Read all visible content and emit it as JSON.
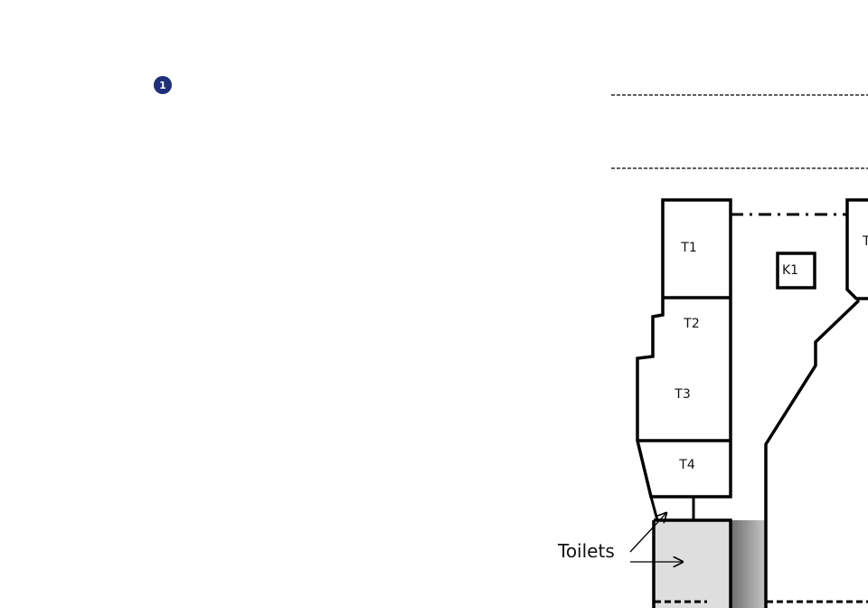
{
  "colors": {
    "wall": "#000000",
    "badge_fill": "#1f2f7a",
    "toilet_fill": "#dedede",
    "corridor_dark": "#6e6e6e",
    "corridor_light": "#c4c4c4",
    "cut_room_label": "#b05a00"
  },
  "badge": {
    "number": "1"
  },
  "rooms": {
    "t1": "T1",
    "t2": "T2",
    "t3": "T3",
    "t4": "T4",
    "k1": "K1",
    "cut_right": "T"
  },
  "callout": {
    "label": "Toilets"
  }
}
